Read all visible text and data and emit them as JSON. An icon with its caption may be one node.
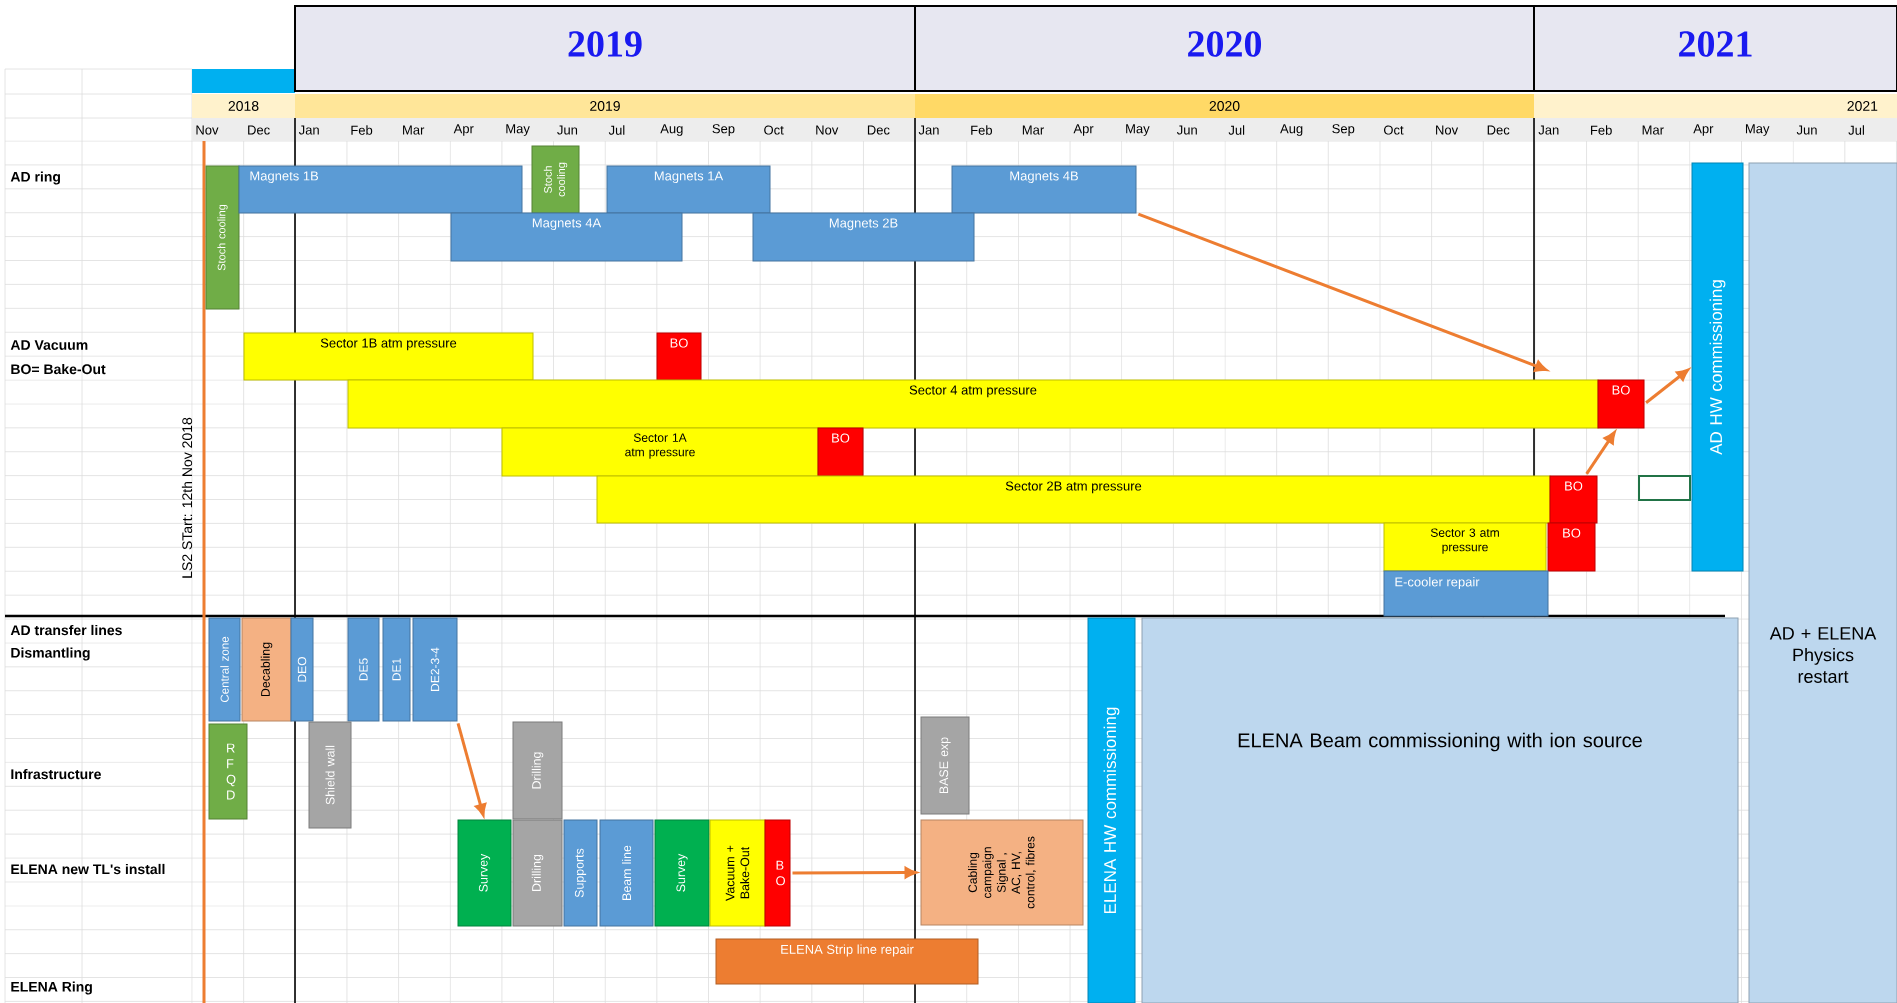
{
  "diagram": {
    "nodes": [
      {
        "text": [
          "Stoch cooling"
        ]
      },
      {
        "text": [
          "Magnets 1B"
        ]
      },
      {
        "text": [
          "Stoch cooling"
        ]
      },
      {
        "text": [
          "Magnets 1A"
        ]
      },
      {
        "text": [
          "Magnets 4B"
        ]
      },
      {
        "text": [
          "Magnets 4A"
        ]
      },
      {
        "text": [
          "Magnets 2B"
        ]
      },
      {
        "text": [
          "AD HW commissioning"
        ]
      },
      {
        "text": [
          "AD + ELENA Physics restart"
        ]
      },
      {
        "text": [
          "Sector 1B atm pressure"
        ]
      },
      {
        "text": [
          "BO"
        ]
      },
      {
        "text": [
          "Sector 4 atm pressure"
        ]
      },
      {
        "text": [
          "BO"
        ]
      },
      {
        "text": [
          "Sector 1A atm pressure"
        ]
      },
      {
        "text": [
          "BO"
        ]
      },
      {
        "text": [
          "Sector 2B atm pressure"
        ]
      },
      {
        "text": [
          "BO"
        ]
      },
      {
        "text": [
          "Sector 3 atm pressure"
        ]
      },
      {
        "text": [
          "BO"
        ]
      },
      {
        "text": [
          "E-cooler repair"
        ]
      },
      {
        "text": [
          "Central zone"
        ]
      },
      {
        "text": [
          "Decabling"
        ]
      },
      {
        "text": [
          "DEO"
        ]
      },
      {
        "text": [
          "DE5"
        ]
      },
      {
        "text": [
          "DE1"
        ]
      },
      {
        "text": [
          "DE2-3-4"
        ]
      },
      {
        "text": [
          "ELENA HW commissioning"
        ]
      },
      {
        "text": [
          "ELENA Beam commissioning with ion source"
        ]
      },
      {
        "text": [
          "R F Q D"
        ]
      },
      {
        "text": [
          "Shield wall"
        ]
      },
      {
        "text": [
          "Drilling"
        ]
      },
      {
        "text": [
          "BASE exp"
        ]
      },
      {
        "text": [
          "Survey"
        ]
      },
      {
        "text": [
          "Drilling"
        ]
      },
      {
        "text": [
          "Supports"
        ]
      },
      {
        "text": [
          "Beam line"
        ]
      },
      {
        "text": [
          "Survey"
        ]
      },
      {
        "text": [
          "Vacuum + Bake-Out"
        ]
      },
      {
        "text": [
          "B O"
        ]
      },
      {
        "text": [
          "Cabling campaign Signal , AC, HV, control, fibres"
        ]
      },
      {
        "text": [
          "ELENA Strip line repair"
        ]
      }
    ],
    "edges": [
      {
        "from": 4,
        "to": 11,
        "arrow": "to"
      },
      {
        "from": 12,
        "to": 7,
        "arrow": "to"
      },
      {
        "from": 16,
        "to": 12,
        "arrow": "to"
      },
      {
        "from": 25,
        "to": 32,
        "arrow": "to"
      },
      {
        "from": 38,
        "to": 39,
        "arrow": "to"
      }
    ],
    "labels": [
      "2019",
      "2020",
      "2021",
      "2018",
      "2019",
      "2020",
      "2021",
      "Nov",
      "Dec",
      "Jan",
      "Feb",
      "Mar",
      "Apr",
      "May",
      "Jun",
      "Jul",
      "Aug",
      "Sep",
      "Oct",
      "Nov",
      "Dec",
      "Jan",
      "Feb",
      "Mar",
      "Apr",
      "May",
      "Jun",
      "Jul",
      "Aug",
      "Sep",
      "Oct",
      "Nov",
      "Dec",
      "Jan",
      "Feb",
      "Mar",
      "Apr",
      "May",
      "Jun",
      "Jul",
      "AD ring",
      "AD Vacuum",
      "BO= Bake-Out",
      "LS2 STart: 12th Nov 2018",
      "AD transfer lines",
      "Dismantling",
      "Infrastructure",
      "ELENA new TL's install",
      "ELENA Ring"
    ]
  }
}
